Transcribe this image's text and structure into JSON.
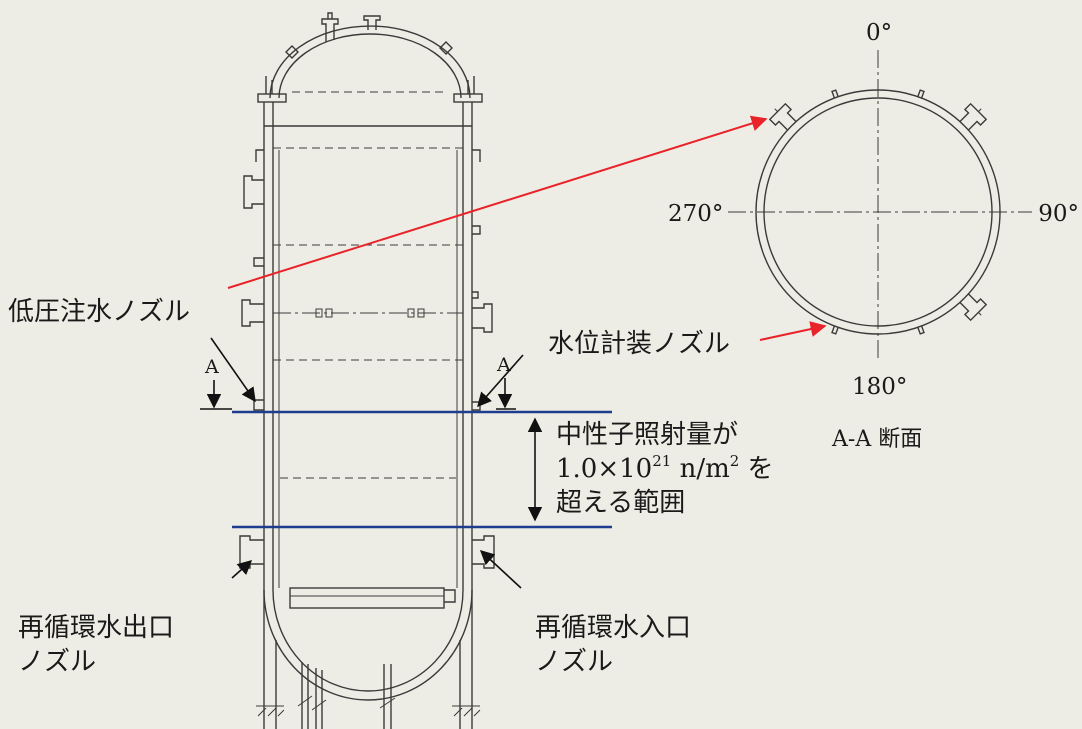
{
  "colors": {
    "background": "#eeede5",
    "line": "#3a3a3a",
    "red": "#e8232a",
    "blue": "#1f3d8f",
    "arrow": "#111111"
  },
  "vessel": {
    "low_pressure_injection_nozzle": "低圧注水ノズル",
    "level_instrument_nozzle": "水位計装ノズル",
    "section_mark_left": "A",
    "section_mark_right": "A",
    "recirc_outlet_nozzle": {
      "line1": "再循環水出口",
      "line2": "ノズル"
    },
    "recirc_inlet_nozzle": {
      "line1": "再循環水入口",
      "line2": "ノズル"
    }
  },
  "fluence_range": {
    "line1": "中性子照射量が",
    "line2": {
      "mantissa": "1.0×10",
      "exponent": "21",
      "unit": " n/m",
      "unit_exponent": "2",
      "particle": " を"
    },
    "line3": "超える範囲"
  },
  "section_view": {
    "title": "A-A 断面",
    "angle_0": "0°",
    "angle_90": "90°",
    "angle_180": "180°",
    "angle_270": "270°"
  }
}
